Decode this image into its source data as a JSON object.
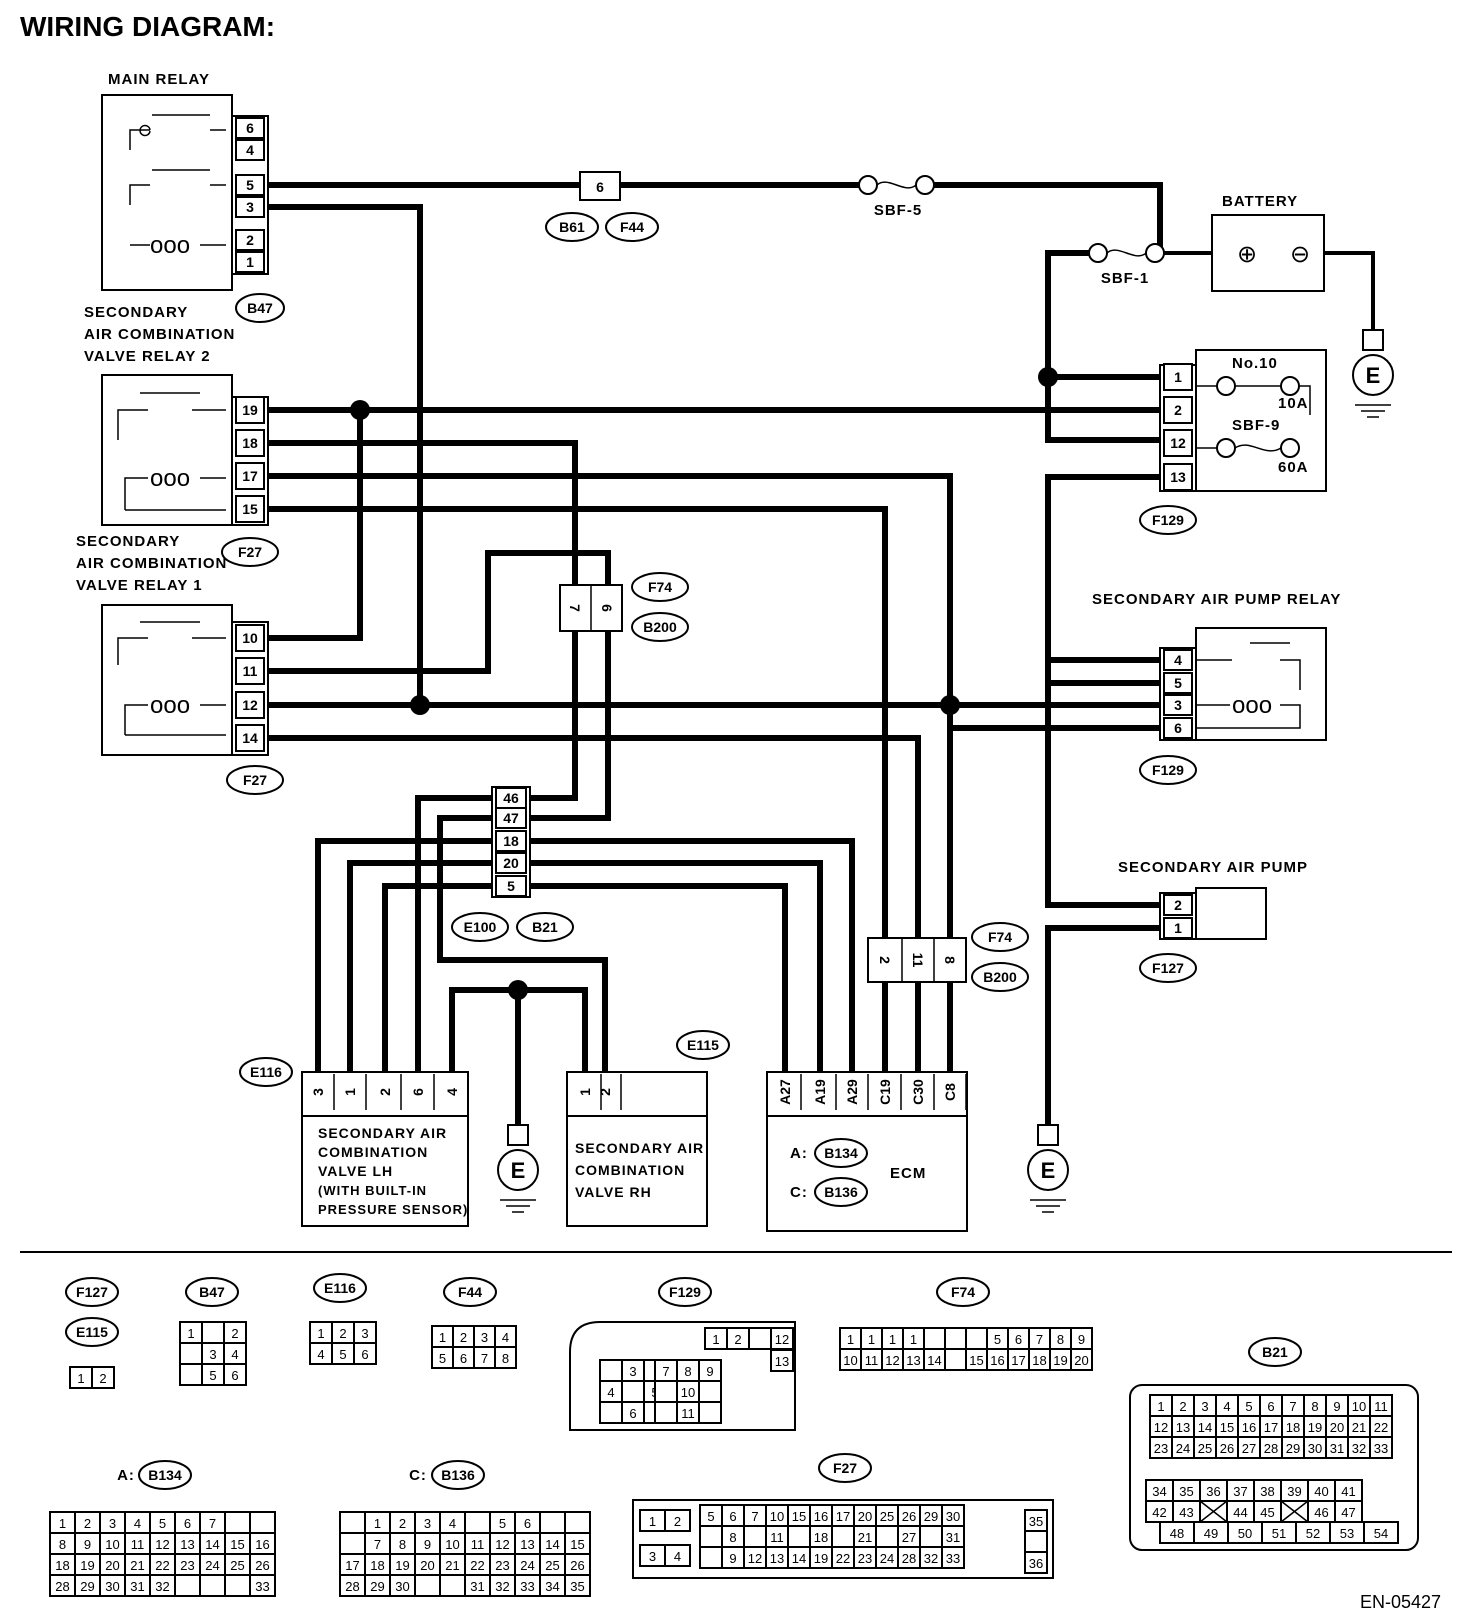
{
  "title": "WIRING DIAGRAM:",
  "doc_id": "EN-05427",
  "components": {
    "main_relay": {
      "label": "MAIN RELAY",
      "pins": [
        "6",
        "4",
        "5",
        "3",
        "2",
        "1"
      ],
      "connector": "B47"
    },
    "relay2": {
      "label": [
        "SECONDARY",
        "AIR COMBINATION",
        "VALVE RELAY 2"
      ],
      "pins": [
        "19",
        "18",
        "17",
        "15"
      ],
      "connector": "F27"
    },
    "relay1": {
      "label": [
        "SECONDARY",
        "AIR COMBINATION",
        "VALVE RELAY 1"
      ],
      "pins": [
        "10",
        "11",
        "12",
        "14"
      ],
      "connector": "F27"
    },
    "battery": {
      "label": "BATTERY",
      "plus": "⊕",
      "minus": "⊖"
    },
    "fuse_sbf5": "SBF-5",
    "fuse_sbf1": "SBF-1",
    "fuse_box": {
      "pins": [
        "1",
        "2",
        "12",
        "13"
      ],
      "no10": "No.10",
      "no10_amp": "10A",
      "sbf9": "SBF-9",
      "sbf9_amp": "60A",
      "connector": "F129"
    },
    "pump_relay": {
      "label": "SECONDARY AIR PUMP RELAY",
      "pins": [
        "4",
        "5",
        "3",
        "6"
      ],
      "connector": "F129"
    },
    "pump": {
      "label": "SECONDARY AIR PUMP",
      "pins": [
        "2",
        "1"
      ],
      "connector": "F127"
    },
    "joint_b61": {
      "pin": "6",
      "connectors": [
        "B61",
        "F44"
      ]
    },
    "joint_f74_top": {
      "pins": [
        "7",
        "6"
      ],
      "connectors": [
        "F74",
        "B200"
      ]
    },
    "joint_e100": {
      "pins": [
        "46",
        "47",
        "18",
        "20",
        "5"
      ],
      "connectors": [
        "E100",
        "B21"
      ]
    },
    "joint_f74_bot": {
      "pins": [
        "2",
        "11",
        "8"
      ],
      "connectors": [
        "F74",
        "B200"
      ]
    },
    "valve_lh": {
      "label": [
        "SECONDARY AIR",
        "COMBINATION",
        "VALVE LH",
        "(WITH BUILT-IN",
        "PRESSURE SENSOR)"
      ],
      "pins": [
        "3",
        "1",
        "2",
        "6",
        "4"
      ],
      "connector": "E116"
    },
    "valve_rh": {
      "label": [
        "SECONDARY AIR",
        "COMBINATION",
        "VALVE RH"
      ],
      "pins": [
        "1",
        "2"
      ],
      "connector": "E115"
    },
    "ecm": {
      "label": "ECM",
      "pins": [
        "A27",
        "A19",
        "A29",
        "C19",
        "C30",
        "C8"
      ],
      "a_prefix": "A:",
      "a_conn": "B134",
      "c_prefix": "C:",
      "c_conn": "B136"
    },
    "ground": "E"
  },
  "legend": {
    "f127": "F127",
    "e115": "E115",
    "b47": "B47",
    "e116": "E116",
    "f44": "F44",
    "f129": "F129",
    "f74": "F74",
    "b21": "B21",
    "b134": "B134",
    "b136": "B136",
    "f27": "F27",
    "a_prefix": "A:",
    "c_prefix": "C:"
  }
}
